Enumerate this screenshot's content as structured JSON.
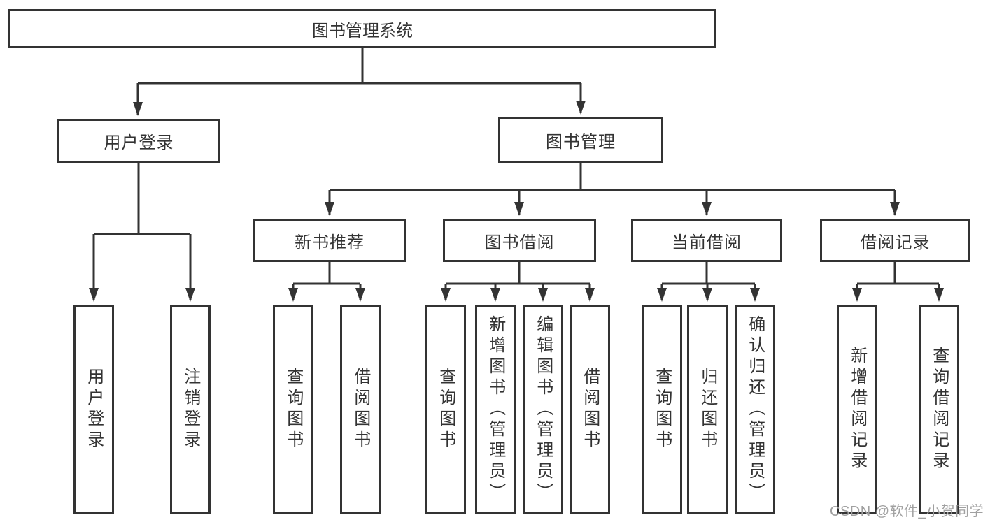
{
  "colors": {
    "line": "#333333",
    "text": "#333333",
    "background": "#ffffff",
    "watermark": "#a0a0a0"
  },
  "diagram": {
    "root": {
      "label": "图书管理系统"
    },
    "branches": [
      {
        "id": "user-login",
        "label": "用户登录",
        "children": [
          {
            "label": "用户登录"
          },
          {
            "label": "注销登录"
          }
        ]
      },
      {
        "id": "book-management",
        "label": "图书管理",
        "sections": [
          {
            "label": "新书推荐",
            "children": [
              {
                "label": "查询图书"
              },
              {
                "label": "借阅图书"
              }
            ]
          },
          {
            "label": "图书借阅",
            "children": [
              {
                "label": "查询图书"
              },
              {
                "label": "新增图书（管理员）"
              },
              {
                "label": "编辑图书（管理员）"
              },
              {
                "label": "借阅图书"
              }
            ]
          },
          {
            "label": "当前借阅",
            "children": [
              {
                "label": "查询图书"
              },
              {
                "label": "归还图书"
              },
              {
                "label": "确认归还（管理员）"
              }
            ]
          },
          {
            "label": "借阅记录",
            "children": [
              {
                "label": "新增借阅记录"
              },
              {
                "label": "查询借阅记录"
              }
            ]
          }
        ]
      }
    ]
  },
  "watermark": {
    "text": "CSDN @软件_小贺同学"
  }
}
